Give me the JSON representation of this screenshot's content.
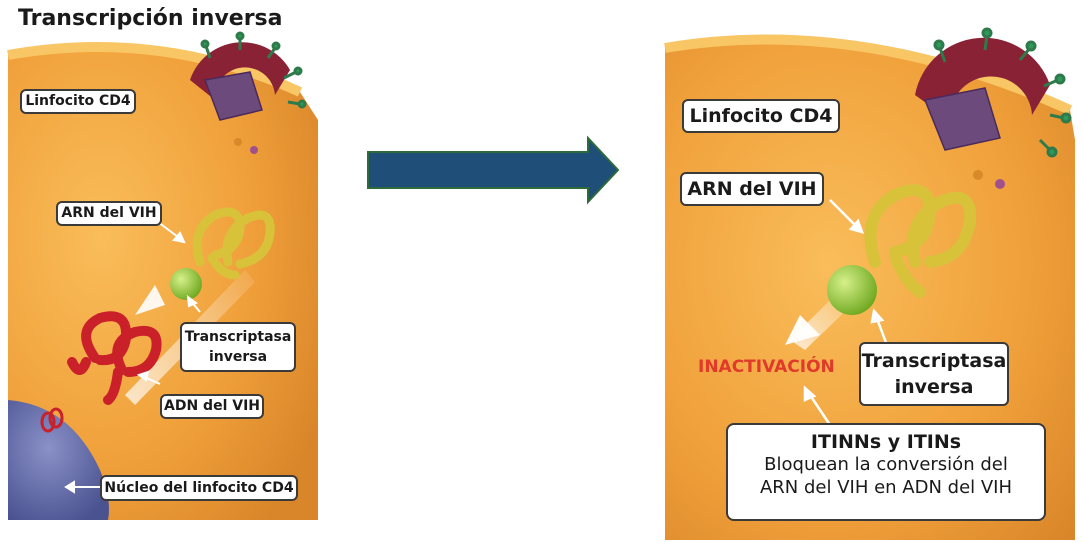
{
  "left_panel": {
    "title": "Transcripción inversa",
    "labels": {
      "cell": "Linfocito CD4",
      "rna": "ARN del VIH",
      "rt_line1": "Transcriptasa",
      "rt_line2": "inversa",
      "dna": "ADN del VIH",
      "nucleus": "Núcleo del linfocito CD4"
    }
  },
  "right_panel": {
    "labels": {
      "cell": "Linfocito CD4",
      "rna": "ARN del VIH",
      "rt_line1": "Transcriptasa",
      "rt_line2": "inversa",
      "inactivation": "INACTIVACIÓN",
      "drug_title": "ITINNs y ITINs",
      "drug_line1": "Bloquean la conversión del",
      "drug_line2": "ARN del VIH en ADN del VIH"
    }
  },
  "colors": {
    "cytoplasm": "#f3a43a",
    "membrane": "#f7b64e",
    "nucleus": "#6a72b0",
    "rna": "#d8c23a",
    "dna": "#c9202a",
    "enzyme": "#9acb3a",
    "arrow": "#1f4e79",
    "virus": "#8a2236",
    "inactivation": "#e03a2a"
  }
}
